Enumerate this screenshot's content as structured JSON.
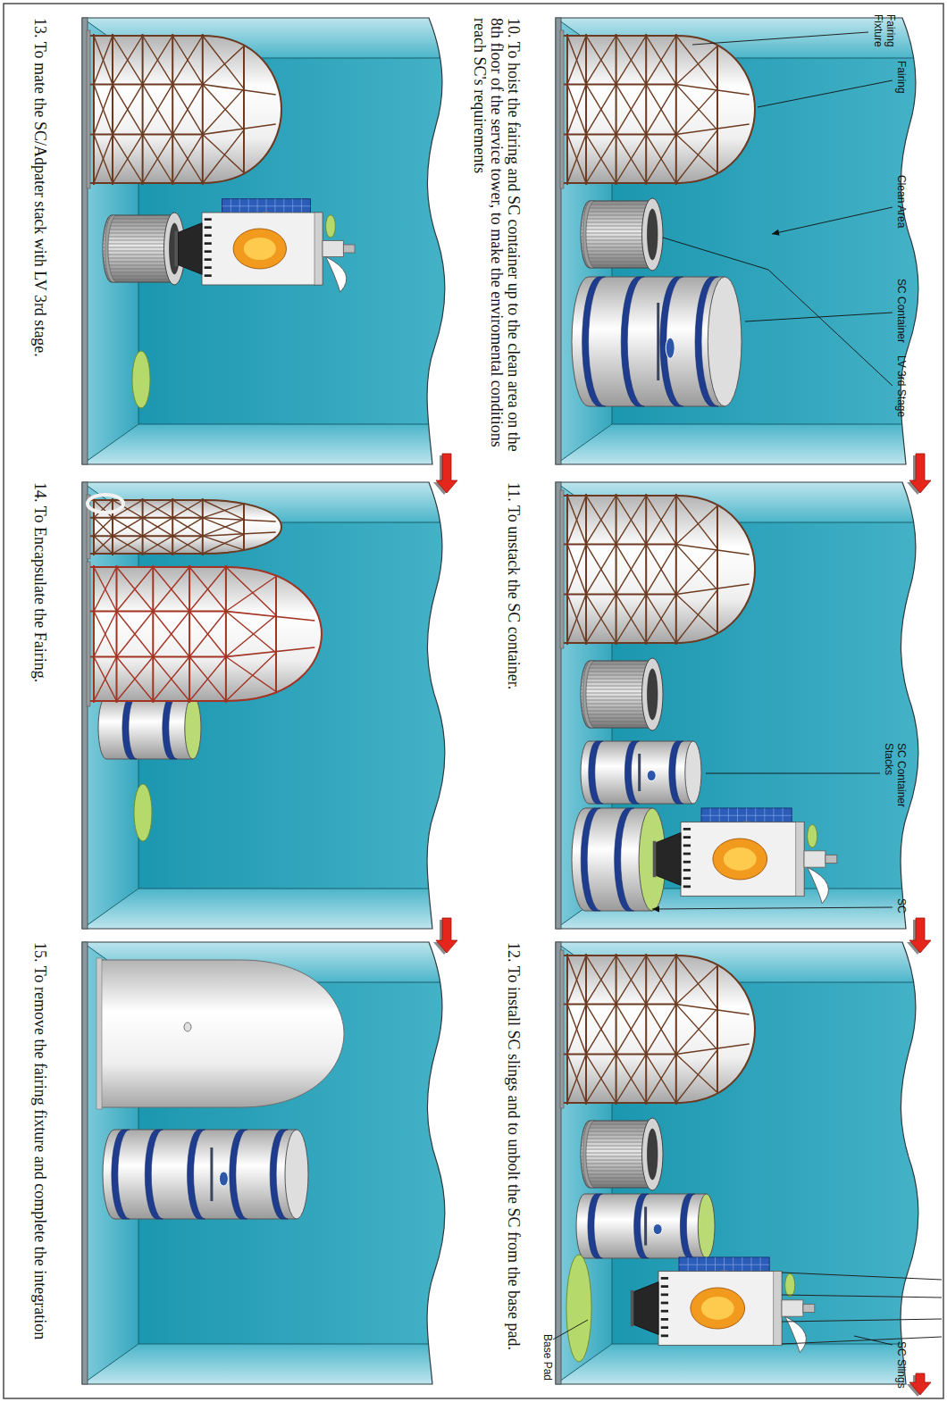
{
  "diagram": {
    "nodes": [
      {
        "text": [
          "10. To hoist the fairing and SC container up to the clean area on the 8th floor of the service tower, to make the enviromental conditions reach SC's requirements"
        ]
      },
      {
        "text": [
          "11. To unstack the SC container."
        ]
      },
      {
        "text": [
          "12. To install SC slings and to unbolt the SC from the base pad."
        ]
      },
      {
        "text": [
          "13. To mate the SC/Adpater stack with LV 3rd stage."
        ]
      },
      {
        "text": [
          "14. To Encapsulate the Fairing."
        ]
      },
      {
        "text": [
          "15. To remove the fairing fixture and complete the integration"
        ]
      }
    ],
    "edges": [
      {
        "from": 0,
        "to": 1,
        "arrow": "to"
      },
      {
        "from": 1,
        "to": 2,
        "arrow": "to"
      },
      {
        "from": 3,
        "to": 4,
        "arrow": "to"
      },
      {
        "from": 4,
        "to": 5,
        "arrow": "to"
      }
    ],
    "labels": [
      "Fairing",
      "Fairing Fixture",
      "Clean Area",
      "SC Container",
      "LV 3rd Stage",
      "SC Container Stacks",
      "SC",
      "SC Slings",
      "Base Pad"
    ]
  }
}
